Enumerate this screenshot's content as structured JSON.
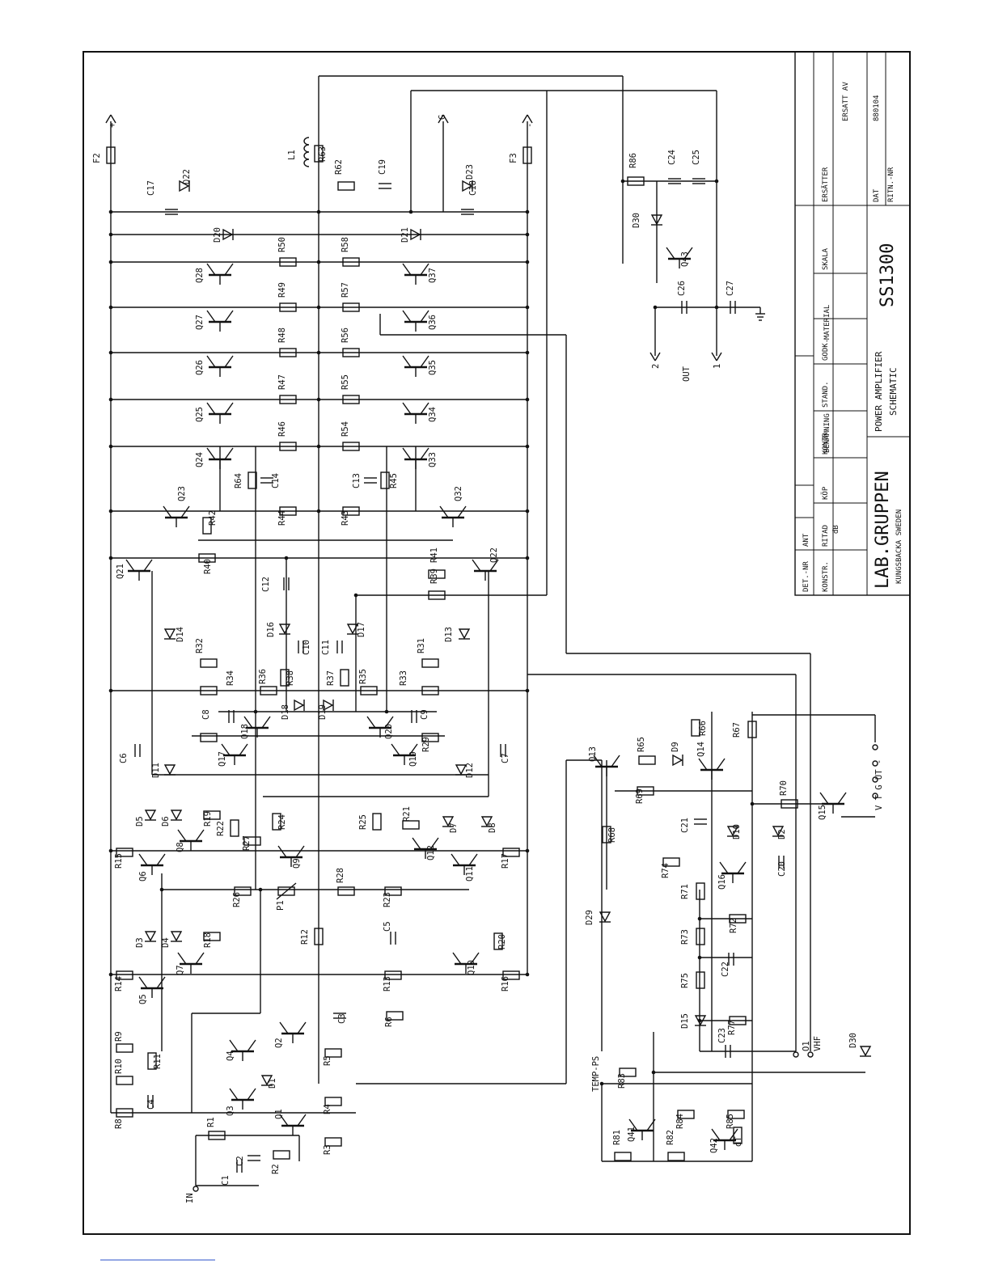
{
  "title_block": {
    "headers": [
      "DET.-NR",
      "ANT",
      "BENÄMNING",
      "MATERIAL",
      "ERSATT AV"
    ],
    "row2": [
      "KONSTR.",
      "RITAD",
      "KÖP",
      "KONTR.",
      "STAND.",
      "GODK.",
      "SKALA",
      "ERSÄTTER"
    ],
    "ritad_initials": "dB",
    "company": "LAB.GRUPPEN",
    "location": "KUNGSBACKA   SWEDEN",
    "description_line1": "POWER AMPLIFIER",
    "description_line2": "SCHEMATIC",
    "model": "SS1300",
    "ritn_nr_label": "RITN.-NR",
    "date_label": "DAT",
    "date_value": "880104"
  },
  "terminals": {
    "pos_supply": "+",
    "neg_supply": "-",
    "ground": "G",
    "input": "IN",
    "output_label": "OUT",
    "out_1": "1",
    "out_2": "2",
    "temp_ps": "TEMP-PS",
    "vhf": "VHF",
    "o1": "O1",
    "vtgut": "V T G UT -"
  },
  "components": [
    "F2",
    "D22",
    "C17",
    "L1",
    "R63",
    "R62",
    "C19",
    "D23",
    "C18",
    "F3",
    "R86",
    "C24",
    "C25",
    "D30",
    "Q43",
    "C26",
    "C27",
    "D20",
    "D21",
    "R50",
    "R58",
    "Q28",
    "Q37",
    "R49",
    "R57",
    "Q27",
    "Q36",
    "R48",
    "R56",
    "Q26",
    "Q35",
    "R47",
    "R55",
    "Q25",
    "Q34",
    "R46",
    "R54",
    "Q24",
    "Q33",
    "R64",
    "C14",
    "C13",
    "R45",
    "Q23",
    "Q32",
    "R42",
    "R44",
    "R43",
    "R40",
    "R41",
    "Q21",
    "Q22",
    "C12",
    "R39",
    "D14",
    "D16",
    "C10",
    "C11",
    "D17",
    "D13",
    "R32",
    "R38",
    "R37",
    "R31",
    "R34",
    "R36",
    "R35",
    "R33",
    "D18",
    "D19",
    "C8",
    "C9",
    "Q18",
    "Q20",
    "C6",
    "D11",
    "Q17",
    "Q19",
    "D12",
    "C7",
    "R29",
    "D5",
    "D6",
    "R19",
    "R22",
    "R27",
    "R24",
    "R25",
    "R21",
    "D7",
    "D8",
    "R15",
    "Q6",
    "Q8",
    "Q9",
    "Q12",
    "Q11",
    "R17",
    "R26",
    "P1",
    "R28",
    "R23",
    "D3",
    "D4",
    "R18",
    "R12",
    "C5",
    "R20",
    "R14",
    "Q7",
    "Q5",
    "Q10",
    "R13",
    "R16",
    "R9",
    "R11",
    "Q4",
    "Q2",
    "C3",
    "R6",
    "R10",
    "D1",
    "R5",
    "C4",
    "R8",
    "Q3",
    "Q1",
    "R4",
    "R1",
    "C2",
    "R3",
    "C1",
    "R2",
    "Q13",
    "R65",
    "D9",
    "R66",
    "Q14",
    "R67",
    "R69",
    "R70",
    "Q15",
    "R68",
    "C21",
    "D10",
    "D2",
    "R74",
    "Q16",
    "C20",
    "D29",
    "R71",
    "R72",
    "R73",
    "C22",
    "R75",
    "D15",
    "R77",
    "C23",
    "R83",
    "Q41",
    "R81",
    "R82",
    "R84",
    "Q42",
    "R85",
    "dT",
    "D30"
  ]
}
